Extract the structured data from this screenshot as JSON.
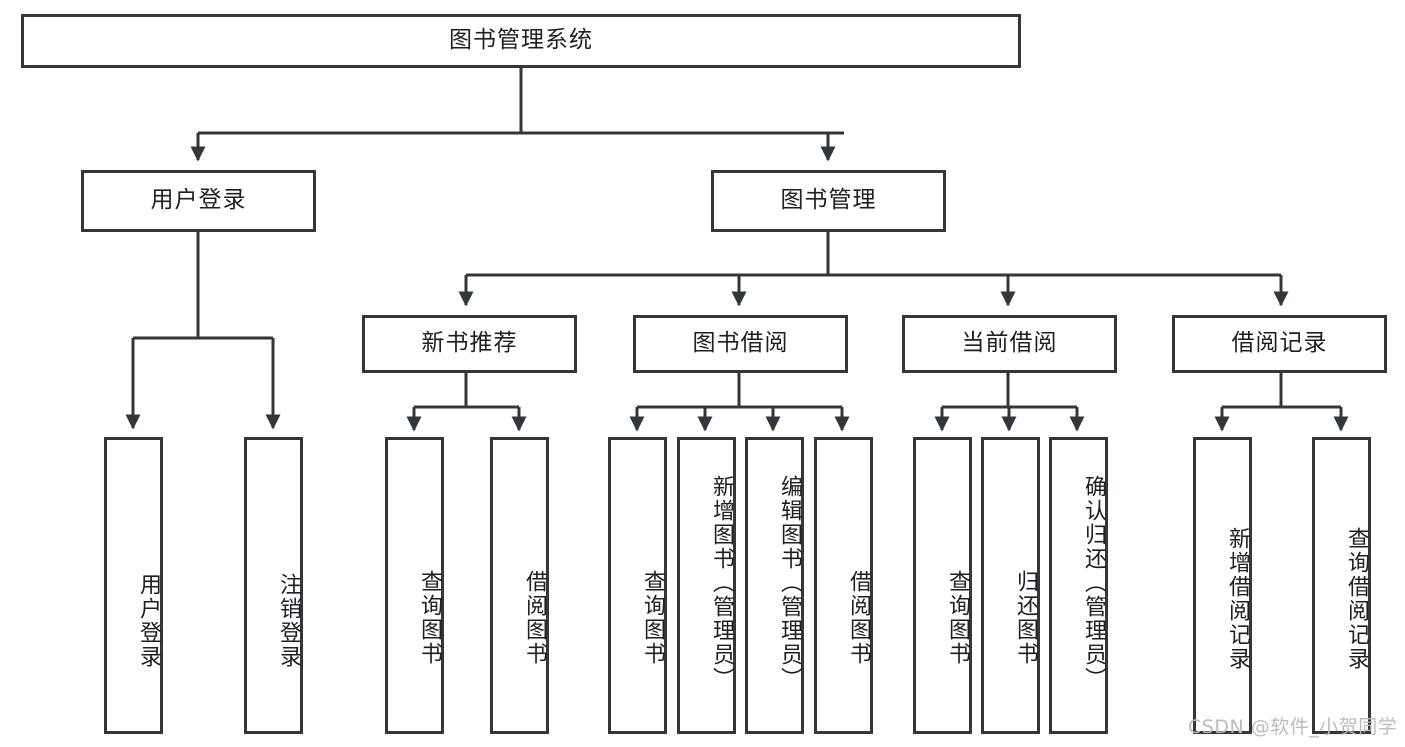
{
  "diagram": {
    "type": "tree-hierarchy",
    "root": {
      "id": "root",
      "label": "图书管理系统"
    },
    "level2": [
      {
        "id": "user-login",
        "label": "用户登录"
      },
      {
        "id": "book-manage",
        "label": "图书管理"
      }
    ],
    "level3": [
      {
        "id": "new-book-rec",
        "label": "新书推荐",
        "parent": "book-manage"
      },
      {
        "id": "book-borrow",
        "label": "图书借阅",
        "parent": "book-manage"
      },
      {
        "id": "current-borrow",
        "label": "当前借阅",
        "parent": "book-manage"
      },
      {
        "id": "borrow-record",
        "label": "借阅记录",
        "parent": "book-manage"
      }
    ],
    "leaves": {
      "user-login": [
        {
          "id": "leaf-user-login",
          "label": "用户登录"
        },
        {
          "id": "leaf-logout",
          "label": "注销登录"
        }
      ],
      "new-book-rec": [
        {
          "id": "leaf-query-book-1",
          "label": "查询图书"
        },
        {
          "id": "leaf-borrow-book-1",
          "label": "借阅图书"
        }
      ],
      "book-borrow": [
        {
          "id": "leaf-query-book-2",
          "label": "查询图书"
        },
        {
          "id": "leaf-add-book",
          "label": "新增图书（管理员）"
        },
        {
          "id": "leaf-edit-book",
          "label": "编辑图书（管理员）"
        },
        {
          "id": "leaf-borrow-book-2",
          "label": "借阅图书"
        }
      ],
      "current-borrow": [
        {
          "id": "leaf-query-book-3",
          "label": "查询图书"
        },
        {
          "id": "leaf-return-book",
          "label": "归还图书"
        },
        {
          "id": "leaf-confirm-return",
          "label": "确认归还（管理员）"
        }
      ],
      "borrow-record": [
        {
          "id": "leaf-add-record",
          "label": "新增借阅记录"
        },
        {
          "id": "leaf-query-record",
          "label": "查询借阅记录"
        }
      ]
    }
  },
  "watermark": {
    "text": "CSDN @软件_小贺同学"
  },
  "colors": {
    "stroke": "#33363b",
    "background": "#ffffff",
    "text": "#1d1f23",
    "watermark": "#b9bcc0"
  }
}
